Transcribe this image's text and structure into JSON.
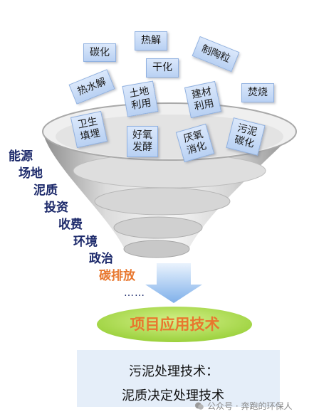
{
  "tags_top": [
    {
      "id": "carbonization",
      "label": "碳化"
    },
    {
      "id": "pyrolysis",
      "label": "热解"
    },
    {
      "id": "ceramsite",
      "label": "制陶粒"
    },
    {
      "id": "drying",
      "label": "干化"
    },
    {
      "id": "thermal-hydrolysis",
      "label": "热水解"
    },
    {
      "id": "land-use",
      "label": "土地\n利用"
    },
    {
      "id": "building-material",
      "label": "建材\n利用"
    },
    {
      "id": "incineration",
      "label": "焚烧"
    },
    {
      "id": "landfill",
      "label": "卫生\n填埋"
    },
    {
      "id": "aerobic",
      "label": "好氧\n发酵"
    },
    {
      "id": "anaerobic",
      "label": "厌氧\n消化"
    },
    {
      "id": "sludge-carbonization",
      "label": "污泥\n碳化"
    }
  ],
  "factors": [
    "能源",
    "场地",
    "泥质",
    "投资",
    "收费",
    "环境",
    "政治",
    "碳排放"
  ],
  "ellipsis": "……",
  "result": "项目应用技术",
  "bottom": {
    "line1": "污泥处理技术：",
    "line2": "泥质决定处理技术"
  },
  "watermark": "公众号 · 奔跑的环保人",
  "colors": {
    "tag_fill": "#c8dbf6",
    "factor_text": "#1d2a6b",
    "highlight": "#e8772e",
    "result_fill": "#a6d84a",
    "arrow": "#8fb8ec",
    "bottom_box": "#e5eef9"
  }
}
